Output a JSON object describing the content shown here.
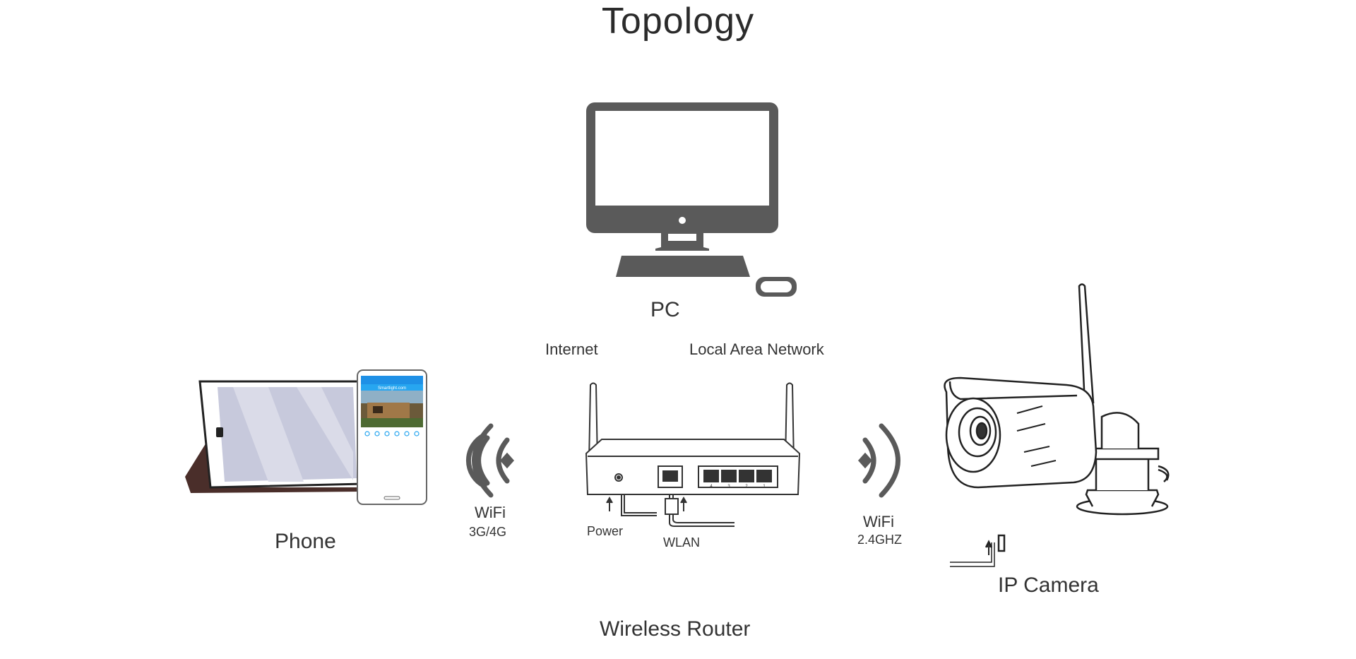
{
  "title": "Topology",
  "nodes": {
    "pc": "PC",
    "phone": "Phone",
    "router": "Wireless Router",
    "camera": "IP Camera"
  },
  "links": {
    "internet": "Internet",
    "lan": "Local Area Network",
    "wifi_left": "WiFi",
    "wifi_left_sub": "3G/4G",
    "wifi_right": "WiFi",
    "wifi_right_sub": "2.4GHZ"
  },
  "router_ports": {
    "power": "Power",
    "wlan": "WLAN",
    "port_numbers": [
      "4",
      "3",
      "2",
      "1"
    ]
  },
  "phone_screen": {
    "header": "Smartlight.com"
  },
  "colors": {
    "icon_gray": "#5a5a5a",
    "line_dark": "#333333",
    "phone_header": "#1e90e6",
    "tablet_case": "#4a2e2a",
    "tablet_screen": "#c7c9dc"
  }
}
